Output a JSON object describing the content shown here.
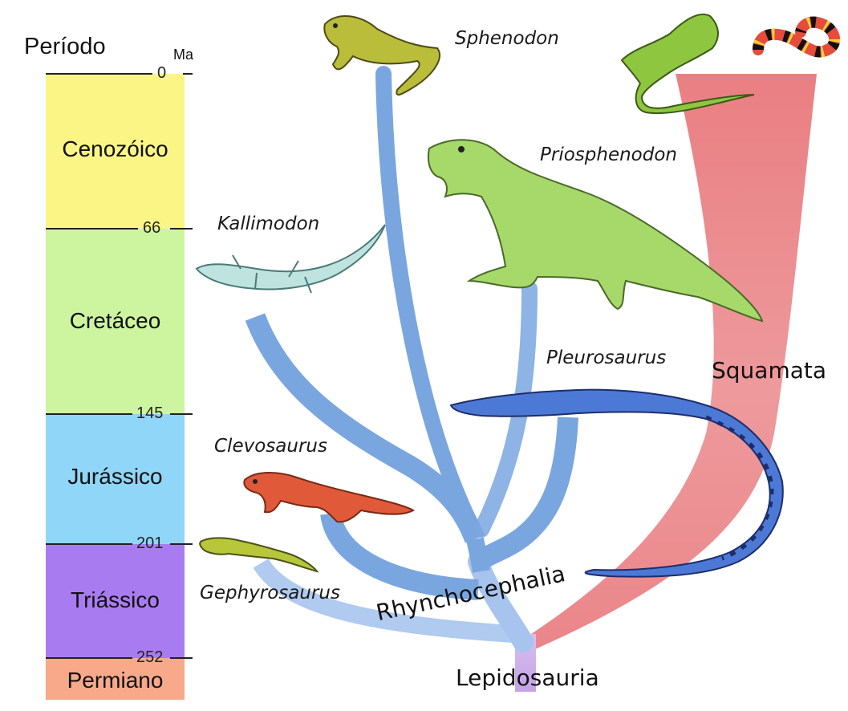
{
  "timescale": {
    "header": "Período",
    "unit": "Ma",
    "periods": [
      {
        "name": "Cenozóico",
        "color": "#fbf586"
      },
      {
        "name": "Cretáceo",
        "color": "#cdf5a0"
      },
      {
        "name": "Jurássico",
        "color": "#8fd6f8"
      },
      {
        "name": "Triássico",
        "color": "#a87cf0"
      },
      {
        "name": "Permiano",
        "color": "#f7a98a"
      }
    ],
    "ticks": [
      "0",
      "66",
      "145",
      "201",
      "252"
    ]
  },
  "taxa": {
    "sphenodon": "Sphenodon",
    "priosphenodon": "Priosphenodon",
    "kallimodon": "Kallimodon",
    "pleurosaurus": "Pleurosaurus",
    "clevosaurus": "Clevosaurus",
    "gephyrosaurus": "Gephyrosaurus"
  },
  "clades": {
    "squamata": "Squamata",
    "rhynchocephalia": "Rhynchocephalia",
    "lepidosauria": "Lepidosauria"
  },
  "colors": {
    "rhynchocephalia_branch": "#7aa6e0",
    "squamata_branch": "#e8787c",
    "root": "#c9a8e8"
  }
}
